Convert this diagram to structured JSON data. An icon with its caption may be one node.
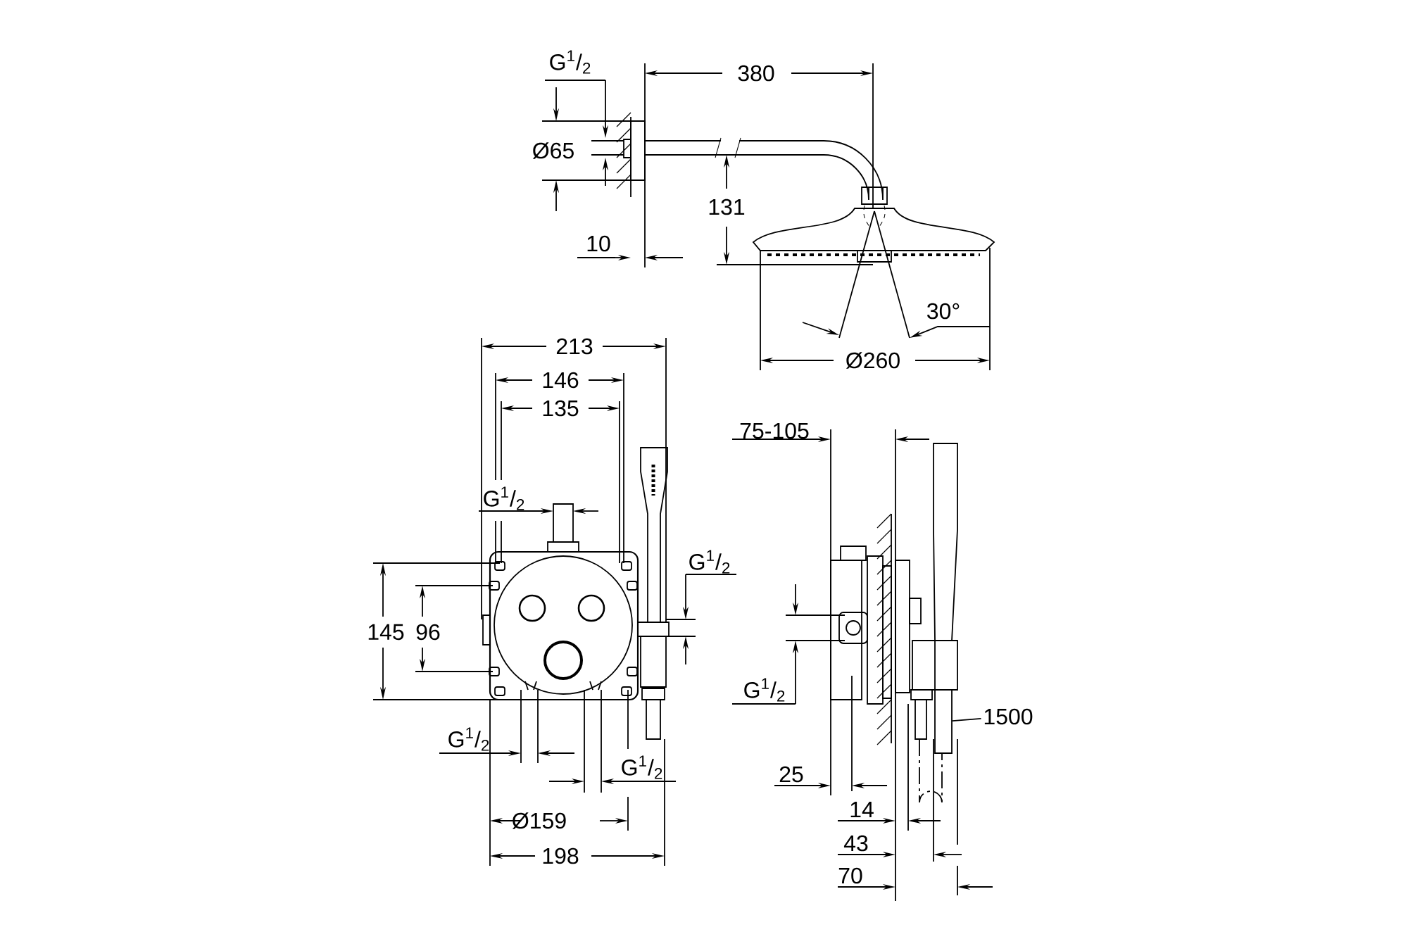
{
  "diagram": {
    "nodes": [
      {
        "text": [
          "1500"
        ]
      },
      {
        "text": [],
        "shape": "bar"
      }
    ],
    "edges": [
      {
        "from": 0,
        "to": 1,
        "arrow": "none"
      }
    ],
    "labels": [
      "G$^{1}$/$_{2}$",
      "380",
      "Ø65",
      "131",
      "10",
      "30°",
      "Ø260",
      "213",
      "146",
      "135",
      "G$^{1}$/$_{2}$",
      "G$^{1}$/$_{2}$",
      "145",
      "96",
      "G$^{1}$/$_{2}$",
      "G$^{1}$/$_{2}$",
      "Ø159",
      "198",
      "75-105",
      "G$^{1}$/$_{2}$",
      "25",
      "14",
      "43",
      "70"
    ]
  }
}
